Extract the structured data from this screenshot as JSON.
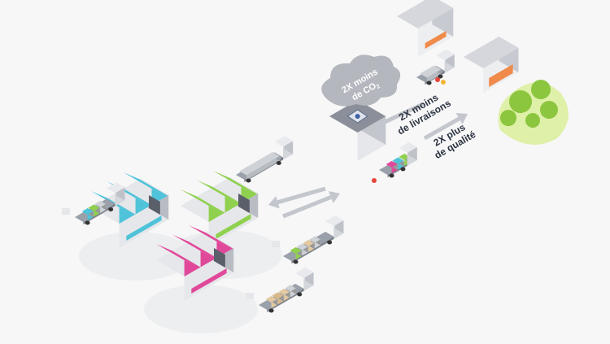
{
  "labels": {
    "co2_line1": "2X moins",
    "co2_line2": "de CO",
    "co2_sub": "2",
    "deliveries_line1": "2X moins",
    "deliveries_line2": "de livraisons",
    "quality_line1": "2X plus",
    "quality_line2": "de qualité"
  },
  "colors": {
    "factory_blue": "#4fc3d9",
    "factory_green": "#8fd14f",
    "factory_pink": "#e0489a",
    "wall": "#e6e7ea",
    "wall_dark": "#b9bcc3",
    "roof_gray": "#8a8f99",
    "arrow": "#c3c6cc",
    "cloud": "#b4b7bd",
    "house_orange": "#f08a4b",
    "tree": "#8cc63f",
    "grass": "#dff0a8",
    "text": "#2b3340"
  }
}
